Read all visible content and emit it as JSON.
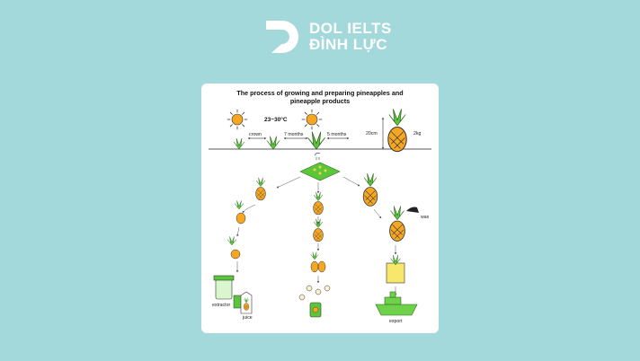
{
  "brand": {
    "line1": "DOL IELTS",
    "line2": "ĐÌNH LỰC",
    "color": "#ffffff"
  },
  "diagram": {
    "title_line1": "The process of growing and preparing pineapples and",
    "title_line2": "pineapple products",
    "temperature": "23~30°C",
    "labels": {
      "crown": "crown",
      "months7": "7 months",
      "months5": "5 months",
      "height": "20cm",
      "weight": "2kg",
      "wax": "wax",
      "extractor": "extractor",
      "juice": "juice",
      "export": "export"
    },
    "colors": {
      "pineapple_body": "#f5a623",
      "leaf_green": "#5cc63a",
      "sun": "#f5a623",
      "ship": "#6fd04a"
    }
  }
}
